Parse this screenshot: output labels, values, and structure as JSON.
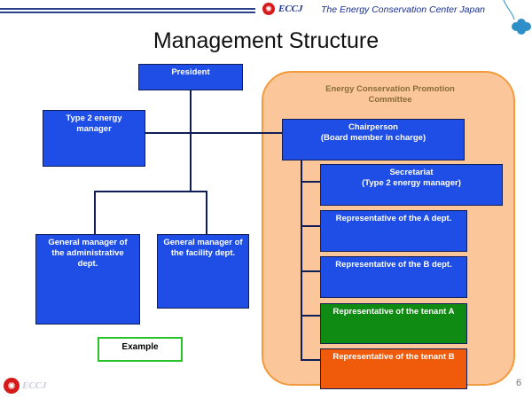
{
  "header": {
    "logo_icon": "sunburst-logo-icon",
    "logo_text": "ECCJ",
    "org_name": "The Energy Conservation Center Japan",
    "corner_icon": "clover-icon"
  },
  "title": "Management Structure",
  "committee": {
    "title_line1": "Energy Conservation Promotion",
    "title_line2": "Committee"
  },
  "nodes": {
    "president": "President",
    "type2_manager": [
      "Type 2 energy",
      "manager"
    ],
    "chairperson": [
      "Chairperson",
      "(Board member in charge)"
    ],
    "secretariat": [
      "Secretariat",
      "(Type 2 energy manager)"
    ],
    "rep_a": "Representative of the A dept.",
    "rep_b": "Representative of the B dept.",
    "rep_tenant_a": "Representative of the tenant A",
    "rep_tenant_b": "Representative of the tenant B",
    "gm_admin": [
      "General manager of",
      "the administrative",
      "dept."
    ],
    "gm_facility": [
      "General manager of",
      "the facility  dept."
    ]
  },
  "example_label": "Example",
  "footer": {
    "logo_text": "ECCJ",
    "page_number": "6"
  },
  "colors": {
    "node_blue": "#1f4ee6",
    "node_green": "#0f8a12",
    "node_orange": "#f05a0b",
    "committee_fill": "#fbc79a",
    "committee_border": "#f39a3c",
    "example_border": "#29c229"
  }
}
